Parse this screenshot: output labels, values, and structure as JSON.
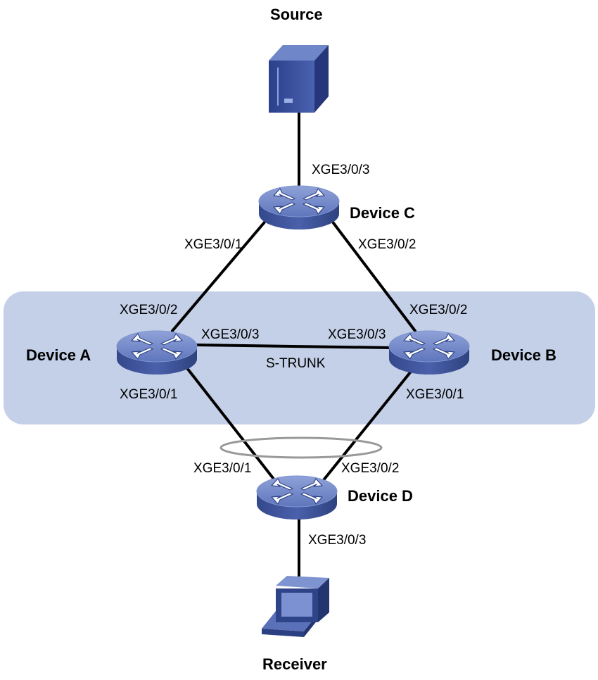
{
  "colors": {
    "region_fill": "#c4d0e8",
    "router_top": "#6d83c4",
    "router_side": "#3a4f96",
    "link": "#000000",
    "aggregation_ring": "#999999"
  },
  "nodes": {
    "source": {
      "label": "Source",
      "icon": "server-icon"
    },
    "receiver": {
      "label": "Receiver",
      "icon": "pc-icon"
    },
    "device_a": {
      "label": "Device A",
      "icon": "router-icon"
    },
    "device_b": {
      "label": "Device B",
      "icon": "router-icon"
    },
    "device_c": {
      "label": "Device C",
      "icon": "router-icon"
    },
    "device_d": {
      "label": "Device D",
      "icon": "router-icon"
    }
  },
  "ports": {
    "c_source": "XGE3/0/3",
    "c_to_a": "XGE3/0/1",
    "c_to_b": "XGE3/0/2",
    "a_to_c": "XGE3/0/2",
    "a_to_b": "XGE3/0/3",
    "a_to_d": "XGE3/0/1",
    "b_to_c": "XGE3/0/2",
    "b_to_a": "XGE3/0/3",
    "b_to_d": "XGE3/0/1",
    "d_to_a": "XGE3/0/1",
    "d_to_b": "XGE3/0/2",
    "d_receiver": "XGE3/0/3"
  },
  "s_trunk_label": "S-TRUNK"
}
